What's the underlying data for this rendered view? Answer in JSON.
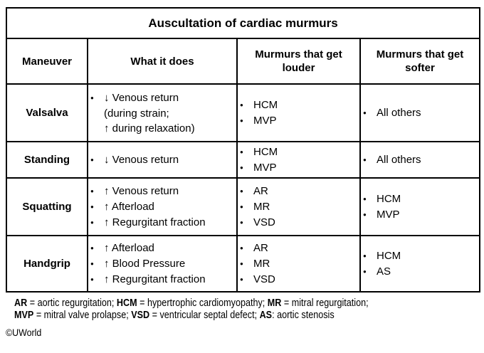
{
  "chart_data": {
    "type": "table",
    "title": "Auscultation of cardiac murmurs",
    "columns": [
      "Maneuver",
      "What it does",
      "Murmurs that get louder",
      "Murmurs that get softer"
    ],
    "rows": [
      {
        "maneuver": "Valsalva",
        "what": [
          "↓ Venous return",
          "(during strain;",
          "↑ during relaxation)"
        ],
        "louder": [
          "HCM",
          "MVP"
        ],
        "softer": [
          "All others"
        ]
      },
      {
        "maneuver": "Standing",
        "what": [
          "↓ Venous return"
        ],
        "louder": [
          "HCM",
          "MVP"
        ],
        "softer": [
          "All others"
        ]
      },
      {
        "maneuver": "Squatting",
        "what": [
          "↑ Venous return",
          "↑ Afterload",
          "↑ Regurgitant fraction"
        ],
        "louder": [
          "AR",
          "MR",
          "VSD"
        ],
        "softer": [
          "HCM",
          "MVP"
        ]
      },
      {
        "maneuver": "Handgrip",
        "what": [
          "↑ Afterload",
          "↑ Blood Pressure",
          "↑ Regurgitant fraction"
        ],
        "louder": [
          "AR",
          "MR",
          "VSD"
        ],
        "softer": [
          "HCM",
          "AS"
        ]
      }
    ]
  },
  "footnote": {
    "line1": [
      {
        "abbr": "AR",
        "rest": " = aortic regurgitation; "
      },
      {
        "abbr": "HCM",
        "rest": " = hypertrophic cardiomyopathy; "
      },
      {
        "abbr": "MR",
        "rest": " = mitral regurgitation;"
      }
    ],
    "line2": [
      {
        "abbr": "MVP",
        "rest": " = mitral valve prolapse; "
      },
      {
        "abbr": "VSD",
        "rest": " = ventricular septal defect; "
      },
      {
        "abbr": "AS",
        "rest": ": aortic stenosis"
      }
    ]
  },
  "copyright": "©UWorld"
}
